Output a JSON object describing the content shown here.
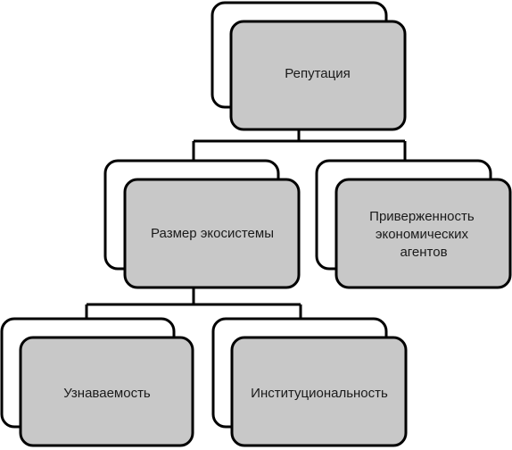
{
  "diagram": {
    "root": {
      "label": "Репутация"
    },
    "ecosystem": {
      "label": "Размер экосистемы"
    },
    "commitment": {
      "lines": [
        "Приверженность",
        "экономических",
        "агентов"
      ]
    },
    "recognition": {
      "label": "Узнаваемость"
    },
    "institutionality": {
      "label": "Институциональность"
    }
  },
  "colors": {
    "front_fill": "#c8c8c8",
    "back_fill": "#ffffff",
    "stroke": "#000000",
    "text": "#1a1a1a"
  }
}
